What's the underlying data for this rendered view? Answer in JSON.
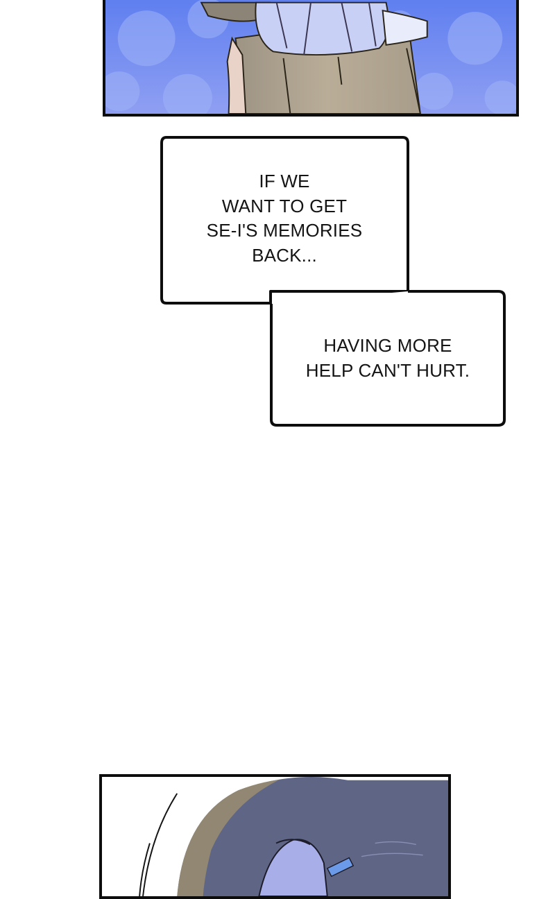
{
  "captions": [
    {
      "lines": [
        "IF WE",
        "WANT TO GET",
        "SE-I'S MEMORIES",
        "BACK..."
      ]
    },
    {
      "lines": [
        "HAVING MORE",
        "HELP CAN'T HURT."
      ]
    }
  ],
  "colors": {
    "panel_border": "#0d0d0d",
    "top_panel_background": "#6f86ef",
    "top_panel_bokeh": "#8fa6f7",
    "coat": "#b3a692",
    "bottom_panel_hair": "#646a8c",
    "caption_text": "#141414",
    "page_background": "#ffffff"
  }
}
